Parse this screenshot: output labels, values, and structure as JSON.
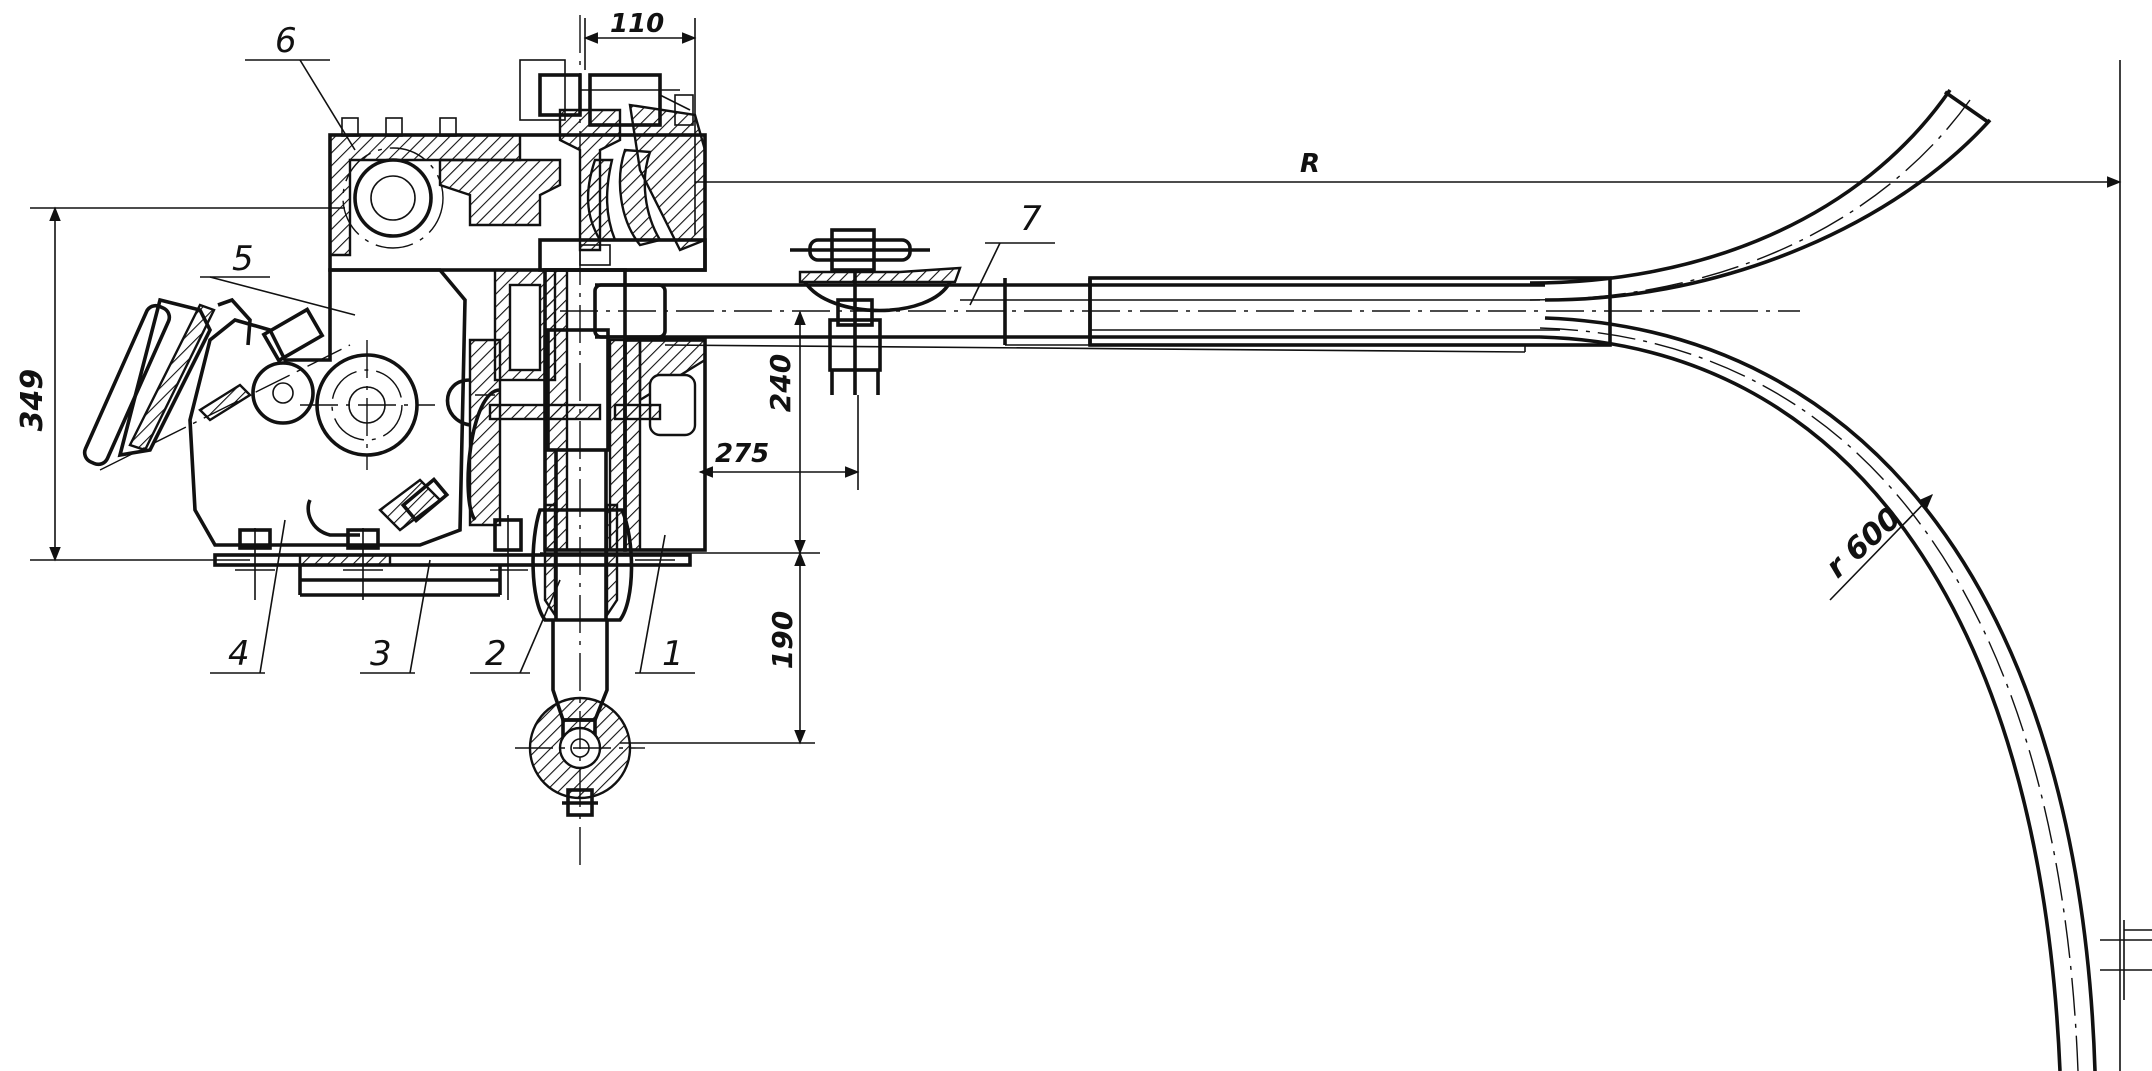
{
  "dimensions": {
    "width_top": "110",
    "radius_big": "R",
    "height_left": "349",
    "height_mid": "240",
    "horizontal_mid": "275",
    "height_low": "190",
    "bend_radius": "r 600"
  },
  "callouts": {
    "c1": "1",
    "c2": "2",
    "c3": "3",
    "c4": "4",
    "c5": "5",
    "c6": "6",
    "c7": "7"
  }
}
